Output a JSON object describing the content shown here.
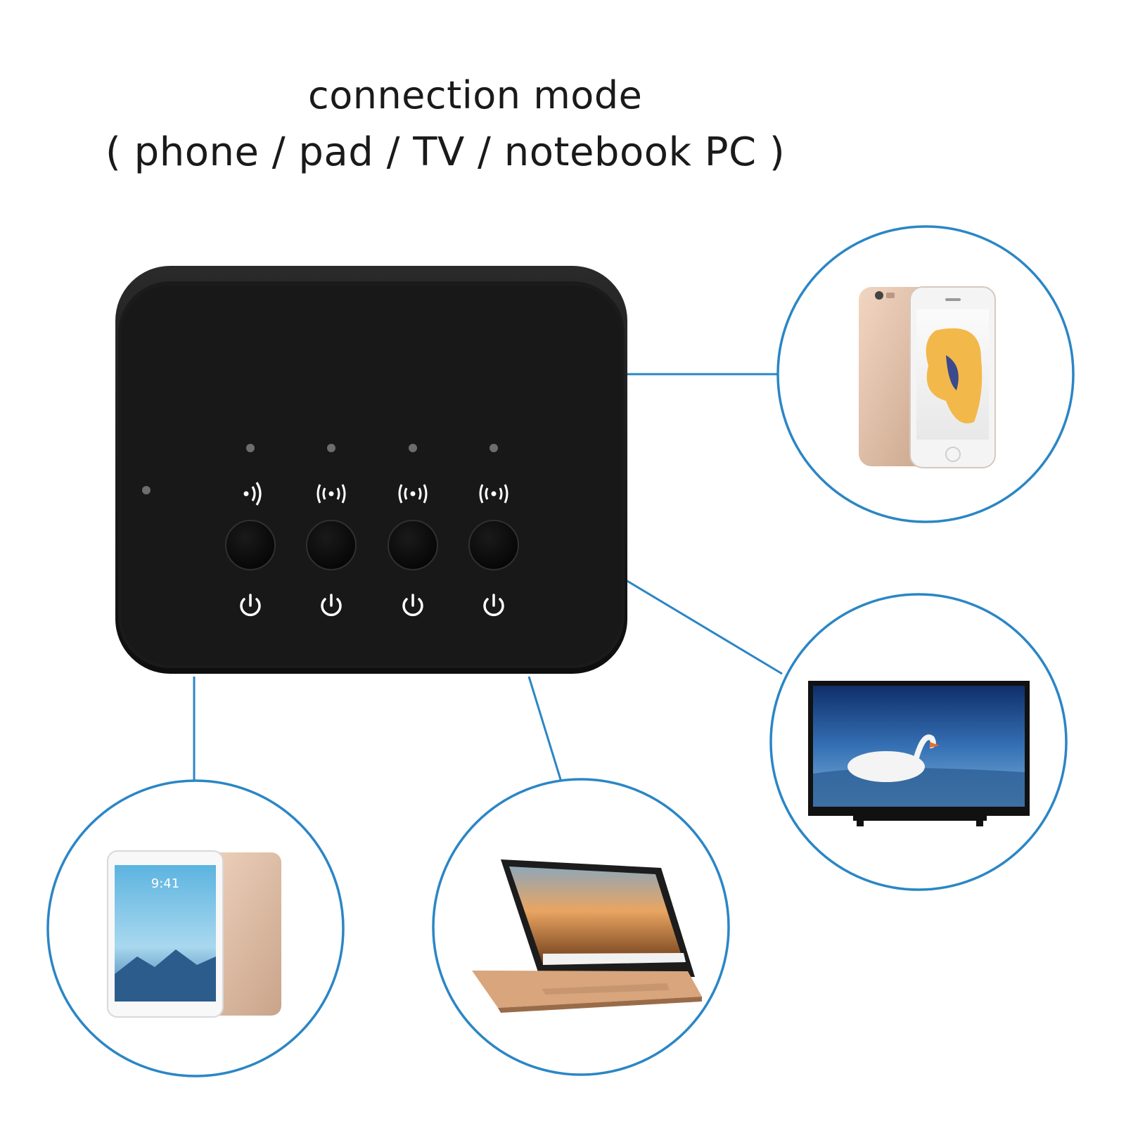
{
  "title": {
    "line1": "connection mode",
    "line2": "( phone / pad / TV / notebook PC )"
  },
  "device": {
    "name": "bluetooth-transmitter-hub",
    "channels": [
      {
        "signal_icon": "single-wave-signal-icon",
        "power_icon": "power-icon"
      },
      {
        "signal_icon": "broadcast-signal-icon",
        "power_icon": "power-icon"
      },
      {
        "signal_icon": "broadcast-signal-icon",
        "power_icon": "power-icon"
      },
      {
        "signal_icon": "broadcast-signal-icon",
        "power_icon": "power-icon"
      }
    ]
  },
  "connected_devices": [
    {
      "name": "phone",
      "icon": "smartphone-image"
    },
    {
      "name": "tv",
      "icon": "television-image"
    },
    {
      "name": "notebook",
      "icon": "laptop-image"
    },
    {
      "name": "pad",
      "icon": "tablet-image"
    }
  ],
  "colors": {
    "connector": "#2b86c5",
    "device_body": "#151515",
    "led": "#6d6d6d"
  }
}
